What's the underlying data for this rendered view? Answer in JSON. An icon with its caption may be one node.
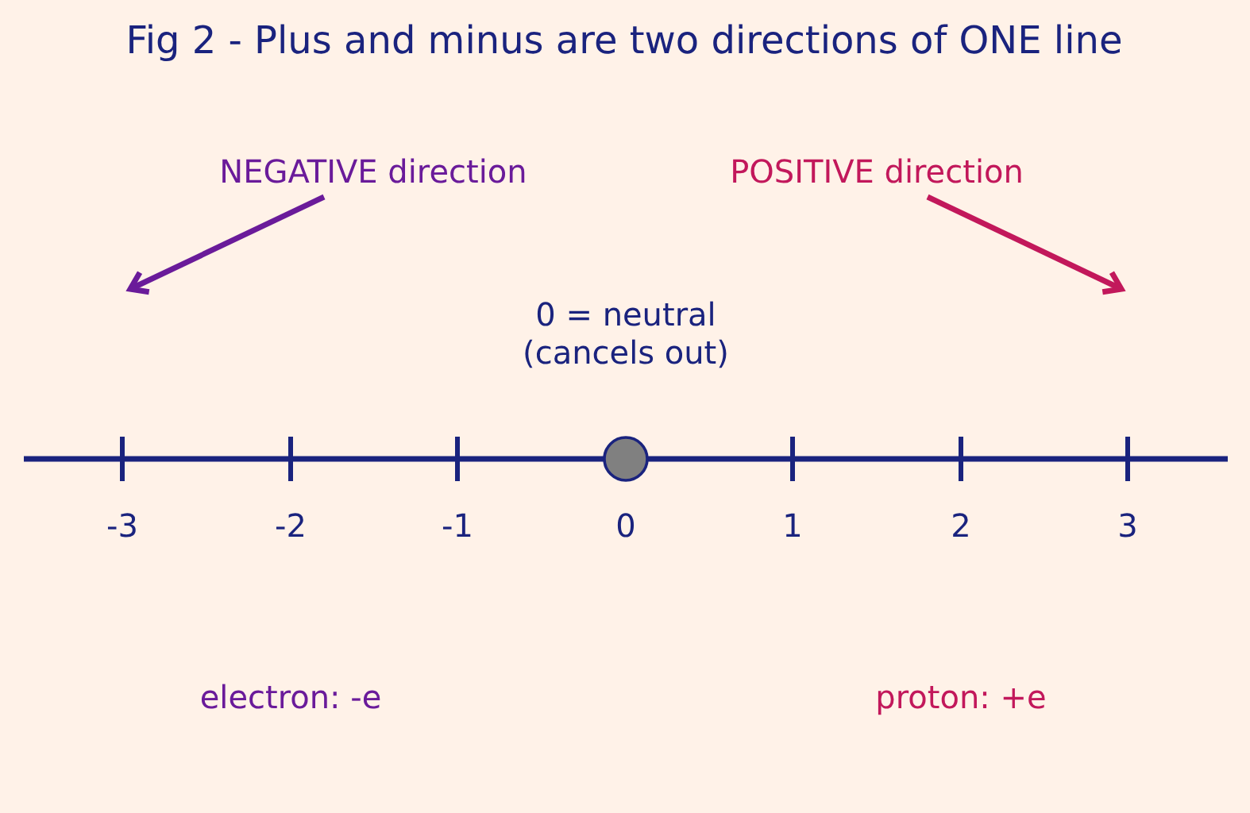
{
  "diagram": {
    "title": "Fig 2 - Plus and minus are two directions of ONE line",
    "labels": [
      "NEGATIVE direction",
      "POSITIVE direction",
      "0 = neutral (cancels out)",
      "-3",
      "-2",
      "-1",
      "0",
      "1",
      "2",
      "3",
      "electron: -e",
      "proton: +e"
    ]
  }
}
